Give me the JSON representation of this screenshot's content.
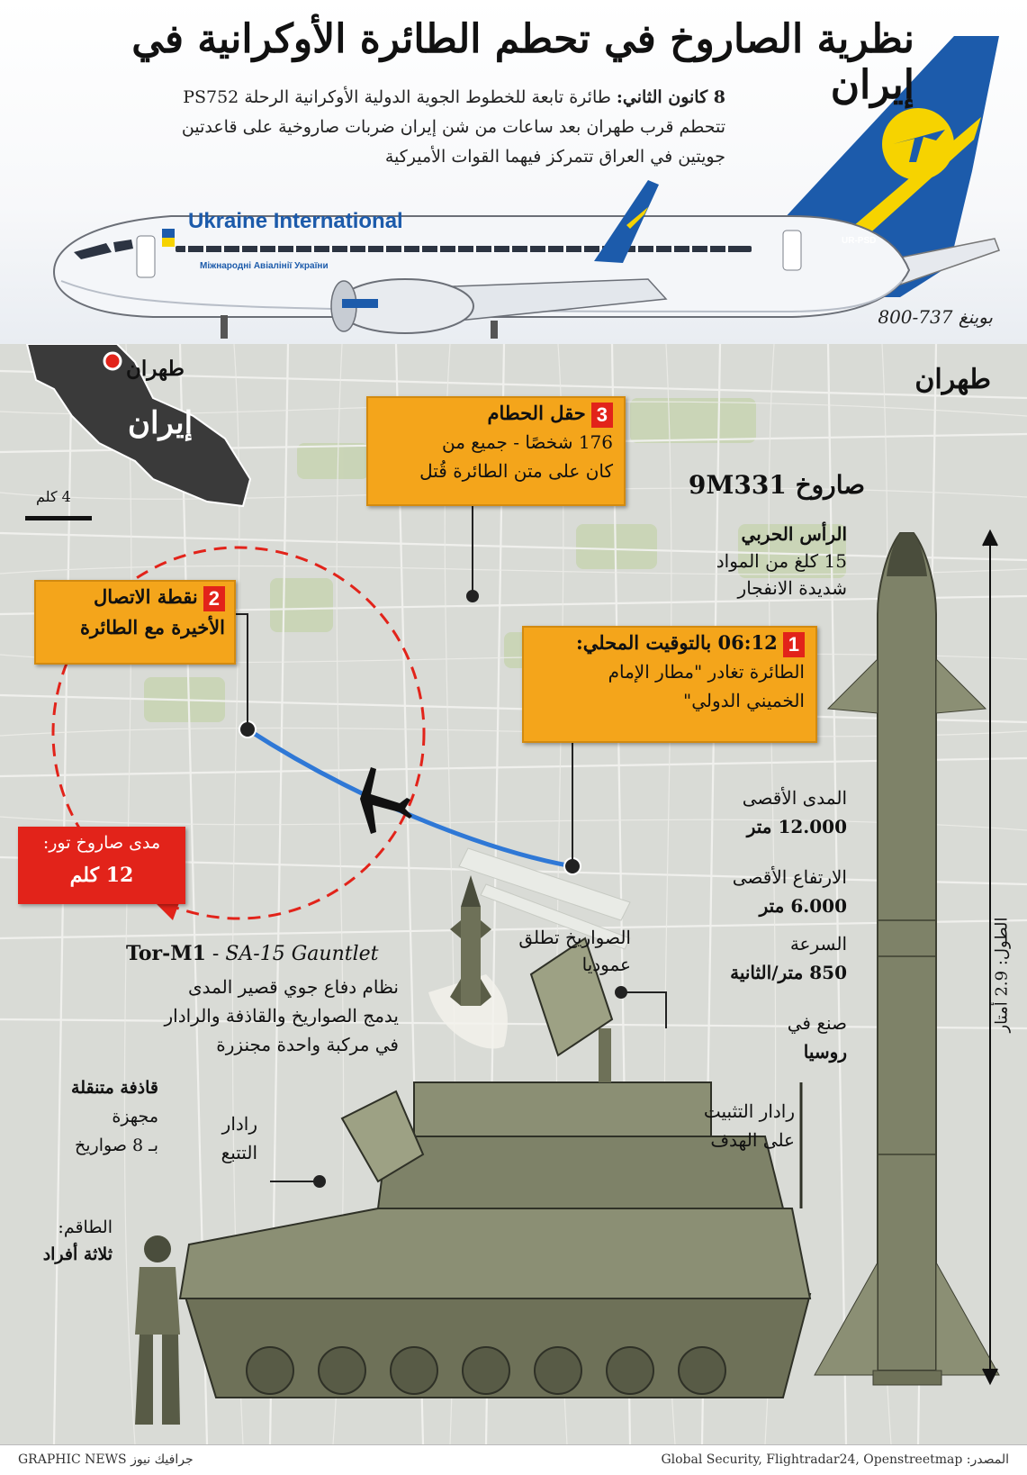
{
  "title": "نظرية الصاروخ في تحطم الطائرة الأوكرانية في إيران",
  "intro": {
    "date": "8 كانون الثاني:",
    "line1": "طائرة تابعة للخطوط الجوية الدولية الأوكرانية الرحلة PS752",
    "line2": "تتحطم قرب طهران بعد ساعات من شن إيران ضربات صاروخية على قاعدتين",
    "line3": "جويتين في العراق تتمركز فيهما القوات الأميركية"
  },
  "aircraft": {
    "brand": "Ukraine International",
    "brand_sub": "Міжнародні Авіалінії України",
    "registration": "UR-PSD",
    "type": "بوينغ 737-800"
  },
  "inset": {
    "city": "طهران",
    "country": "إيران"
  },
  "map": {
    "city_label": "طهران",
    "scale": "4 كلم"
  },
  "events": [
    {
      "num": "1",
      "head": "06:12 بالتوقيت المحلي:",
      "line1": "الطائرة تغادر \"مطار الإمام",
      "line2": "الخميني الدولي\""
    },
    {
      "num": "2",
      "head": "نقطة الاتصال",
      "line1": "الأخيرة مع الطائرة"
    },
    {
      "num": "3",
      "head": "حقل الحطام",
      "line1": "176 شخصًا - جميع من",
      "line2": "كان على متن الطائرة قُتل"
    }
  ],
  "range_callout": {
    "line1": "مدى صاروخ تور:",
    "line2": "12 كلم"
  },
  "missile": {
    "name": "صاروخ 9M331",
    "warhead_label": "الرأس الحربي",
    "warhead_l1": "15 كلغ من المواد",
    "warhead_l2": "شديدة الانفجار",
    "range_label": "المدى الأقصى",
    "range_value": "12.000 متر",
    "alt_label": "الارتفاع الأقصى",
    "alt_value": "6.000 متر",
    "speed_label": "السرعة",
    "speed_value": "850 متر/الثانية",
    "made_label": "صنع في",
    "made_value": "روسيا",
    "length": "الطول: 2.9 أمتار"
  },
  "system": {
    "name_en": "Tor-M1",
    "name_sep": " - ",
    "name_nato": "SA-15 Gauntlet",
    "desc1": "نظام دفاع جوي قصير المدى",
    "desc2": "يدمج الصواريخ والقاذفة والرادار",
    "desc3": "في مركبة واحدة مجنزرة",
    "vertical_l1": "الصواريخ تطلق",
    "vertical_l2": "عموديا",
    "launcher_h": "قاذفة متنقلة",
    "launcher_l1": "مجهزة",
    "launcher_l2": "بـ 8 صواريخ",
    "track_radar_l1": "رادار",
    "track_radar_l2": "التتبع",
    "target_radar_l1": "رادار التثبيت",
    "target_radar_l2": "على الهدف",
    "crew_label": "الطاقم:",
    "crew_value": "ثلاثة أفراد"
  },
  "footer": {
    "source": "المصدر: Global Security, Flightradar24, Openstreetmap",
    "credit": "GRAPHIC NEWS جرافيك نيوز"
  },
  "colors": {
    "orange_box": "#f4a51b",
    "red": "#e2231a",
    "ukraine_blue": "#1c5bab",
    "ukraine_yellow": "#f6d300",
    "map_bg": "#d9dbd6",
    "flight_path": "#2f78d6"
  }
}
